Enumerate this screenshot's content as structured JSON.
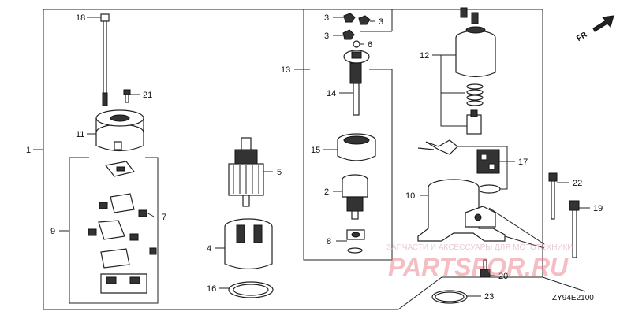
{
  "diagram": {
    "code": "ZY94E2100",
    "front_label": "FR.",
    "watermark_line1": "ЗАПЧАСТИ И АКСЕССУАРЫ ДЛЯ МОТОТЕХНИКИ",
    "watermark_line2": "PARTSFOR.RU",
    "callouts": {
      "c1": "1",
      "c2": "2",
      "c3a": "3",
      "c3b": "3",
      "c3c": "3",
      "c4": "4",
      "c5": "5",
      "c6": "6",
      "c7": "7",
      "c8": "8",
      "c9": "9",
      "c10": "10",
      "c11": "11",
      "c12": "12",
      "c13": "13",
      "c14": "14",
      "c15": "15",
      "c16": "16",
      "c17": "17",
      "c18": "18",
      "c19": "19",
      "c20": "20",
      "c21": "21",
      "c22": "22",
      "c23": "23"
    }
  }
}
